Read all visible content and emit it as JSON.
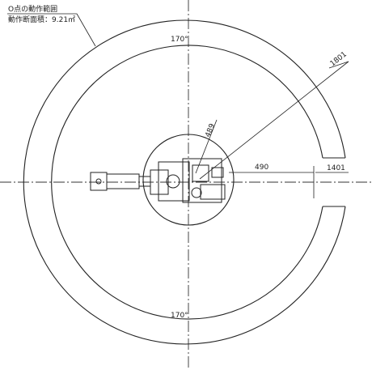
{
  "title": {
    "line1": "O点の動作範囲",
    "line2": "動作断面積：9.21㎡"
  },
  "dimensions": {
    "outer_radius": "1801",
    "inner_radius": "489",
    "inner_offset": "490",
    "ring_gap": "1401",
    "angle_top": "170°",
    "angle_bottom": "170°"
  },
  "colors": {
    "line": "#222222",
    "background": "#ffffff"
  }
}
